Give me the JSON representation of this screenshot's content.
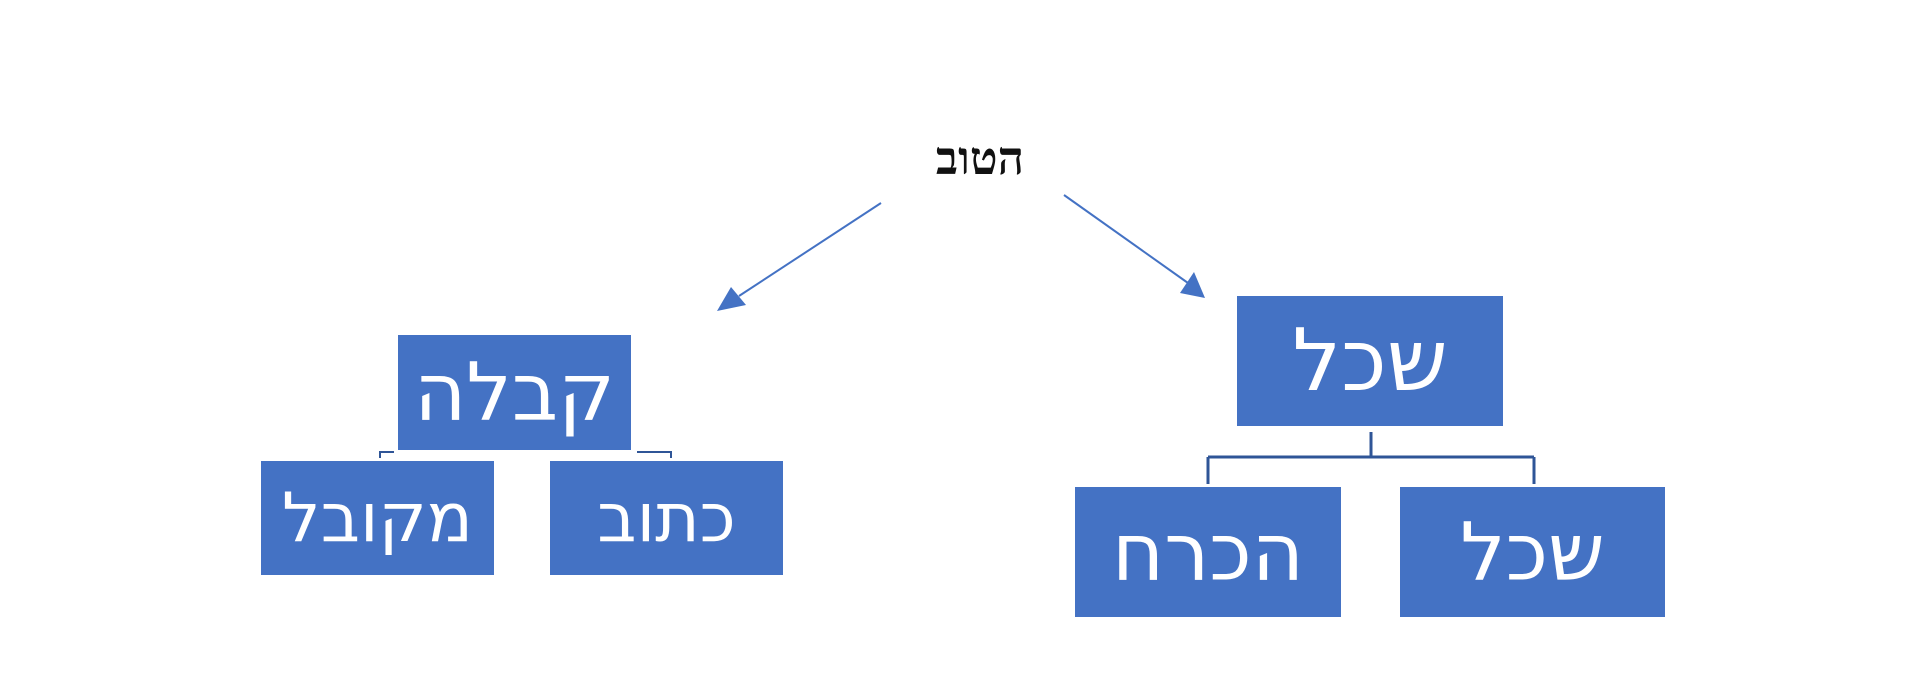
{
  "diagram": {
    "root_label": "הטוב",
    "left_branch": {
      "label": "קבלה",
      "children": [
        "מקובל",
        "כתוב"
      ]
    },
    "right_branch": {
      "label": "שכל",
      "children": [
        "הכרח",
        "שכל"
      ]
    },
    "colors": {
      "box_fill": "#4472c4",
      "box_text": "#ffffff",
      "arrow": "#4472c4",
      "connector": "#2f5597",
      "root_text": "#111111"
    }
  }
}
